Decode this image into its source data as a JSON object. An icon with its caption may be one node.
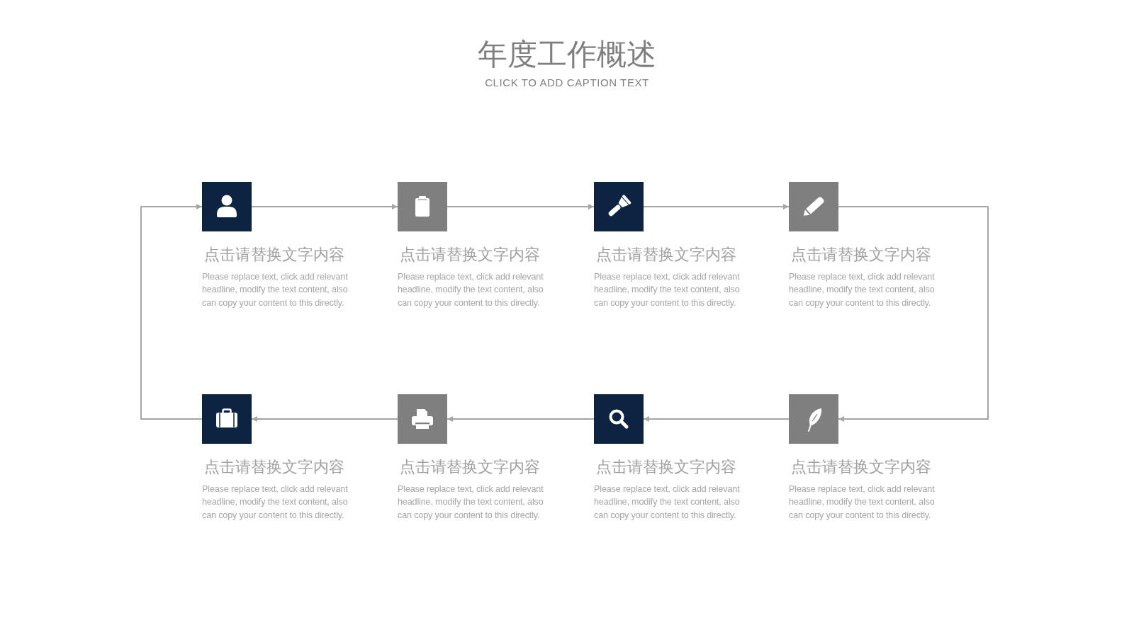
{
  "diagram": {
    "title": "年度工作概述",
    "caption": "CLICK TO ADD CAPTION TEXT",
    "nodes": [
      {
        "text": [
          "点击请替换文字内容",
          "Please replace text, click add relevant headline, modify the text content, also can copy your content to this directly."
        ]
      },
      {
        "text": [
          "点击请替换文字内容",
          "Please replace text, click add relevant headline, modify the text content, also can copy your content to this directly."
        ]
      },
      {
        "text": [
          "点击请替换文字内容",
          "Please replace text, click add relevant headline, modify the text content, also can copy your content to this directly."
        ]
      },
      {
        "text": [
          "点击请替换文字内容",
          "Please replace text, click add relevant headline, modify the text content, also can copy your content to this directly."
        ]
      },
      {
        "text": [
          "点击请替换文字内容",
          "Please replace text, click add relevant headline, modify the text content, also can copy your content to this directly."
        ]
      },
      {
        "text": [
          "点击请替换文字内容",
          "Please replace text, click add relevant headline, modify the text content, also can copy your content to this directly."
        ]
      },
      {
        "text": [
          "点击请替换文字内容",
          "Please replace text, click add relevant headline, modify the text content, also can copy your content to this directly."
        ]
      },
      {
        "text": [
          "点击请替换文字内容",
          "Please replace text, click add relevant headline, modify the text content, also can copy your content to this directly."
        ]
      }
    ],
    "edges": [
      {
        "from": 0,
        "to": 1,
        "arrow": "to"
      },
      {
        "from": 1,
        "to": 2,
        "arrow": "to"
      },
      {
        "from": 2,
        "to": 3,
        "arrow": "to"
      },
      {
        "from": 3,
        "to": 7,
        "arrow": "to"
      },
      {
        "from": 7,
        "to": 6,
        "arrow": "to"
      },
      {
        "from": 6,
        "to": 5,
        "arrow": "to"
      },
      {
        "from": 5,
        "to": 4,
        "arrow": "to"
      },
      {
        "from": 4,
        "to": 0,
        "arrow": "to"
      }
    ]
  }
}
